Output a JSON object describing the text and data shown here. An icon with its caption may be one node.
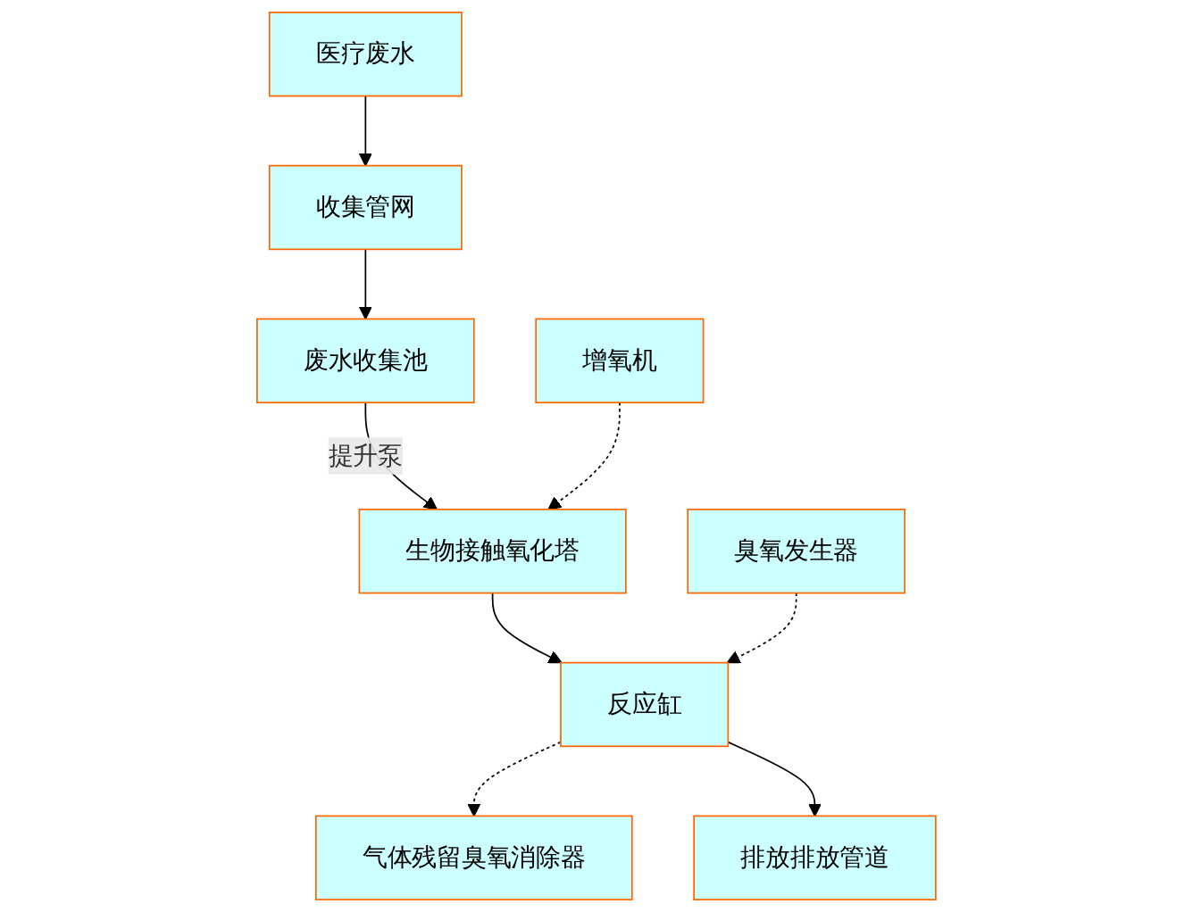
{
  "diagram": {
    "nodes": [
      {
        "text": [
          "医疗废水"
        ]
      },
      {
        "text": [
          "收集管网"
        ]
      },
      {
        "text": [
          "废水收集池"
        ]
      },
      {
        "text": [
          "增氧机"
        ]
      },
      {
        "text": [
          "生物接触氧化塔"
        ]
      },
      {
        "text": [
          "臭氧发生器"
        ]
      },
      {
        "text": [
          "反应缸"
        ]
      },
      {
        "text": [
          "气体残留臭氧消除器"
        ]
      },
      {
        "text": [
          "排放排放管道"
        ]
      }
    ],
    "edges": [
      {
        "from": 0,
        "to": 1,
        "arrow": "to"
      },
      {
        "from": 1,
        "to": 2,
        "arrow": "to"
      },
      {
        "from": 2,
        "to": 4,
        "arrow": "to",
        "label": "提升泵"
      },
      {
        "from": 3,
        "to": 4,
        "arrow": "to",
        "style": "dashed"
      },
      {
        "from": 4,
        "to": 6,
        "arrow": "to"
      },
      {
        "from": 5,
        "to": 6,
        "arrow": "to",
        "style": "dashed"
      },
      {
        "from": 6,
        "to": 7,
        "arrow": "to",
        "style": "dashed"
      },
      {
        "from": 6,
        "to": 8,
        "arrow": "to"
      }
    ]
  }
}
